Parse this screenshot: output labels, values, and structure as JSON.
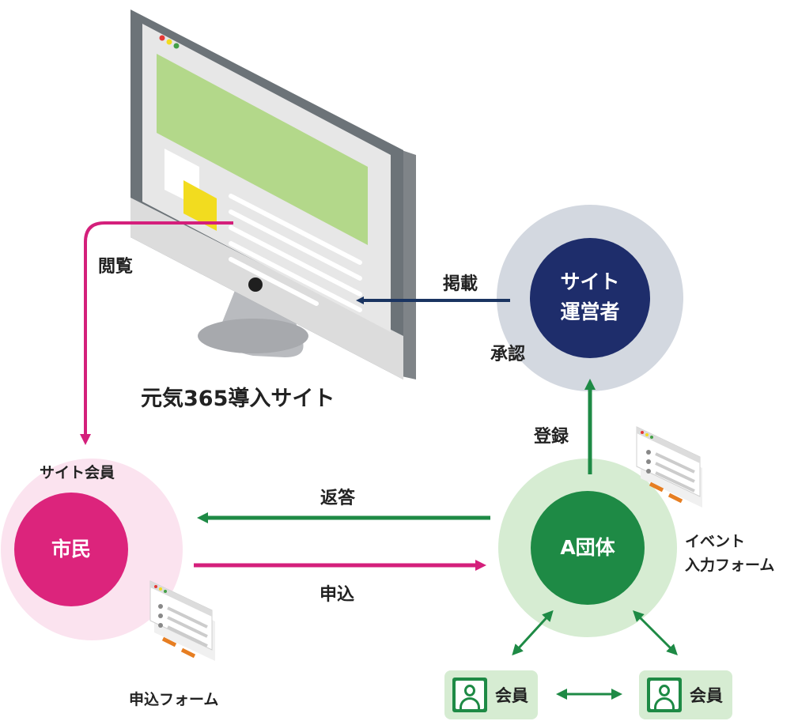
{
  "site_title": "元気365導入サイト",
  "nodes": {
    "operator": "サイト\n運営者",
    "group": "A団体",
    "citizen": "市民"
  },
  "labels": {
    "view": "閲覧",
    "post": "掲載",
    "approve": "承認",
    "register": "登録",
    "reply": "返答",
    "apply": "申込",
    "site_member": "サイト会員",
    "event_form": "イベント\n入力フォーム",
    "apply_form": "申込フォーム",
    "member": "会員"
  },
  "colors": {
    "operator_fill": "#1e2d6b",
    "operator_ring": "#d3d8e0",
    "group_fill": "#1e8a45",
    "group_ring": "#d6ecd2",
    "citizen_fill": "#dc247c",
    "citizen_ring": "#fbe3ef",
    "navy_arrow": "#1a3461",
    "green_arrow": "#1e8a45",
    "magenta_arrow": "#d41f7b",
    "screen_green": "#b3d88a",
    "screen_yellow": "#f2dc1f"
  }
}
